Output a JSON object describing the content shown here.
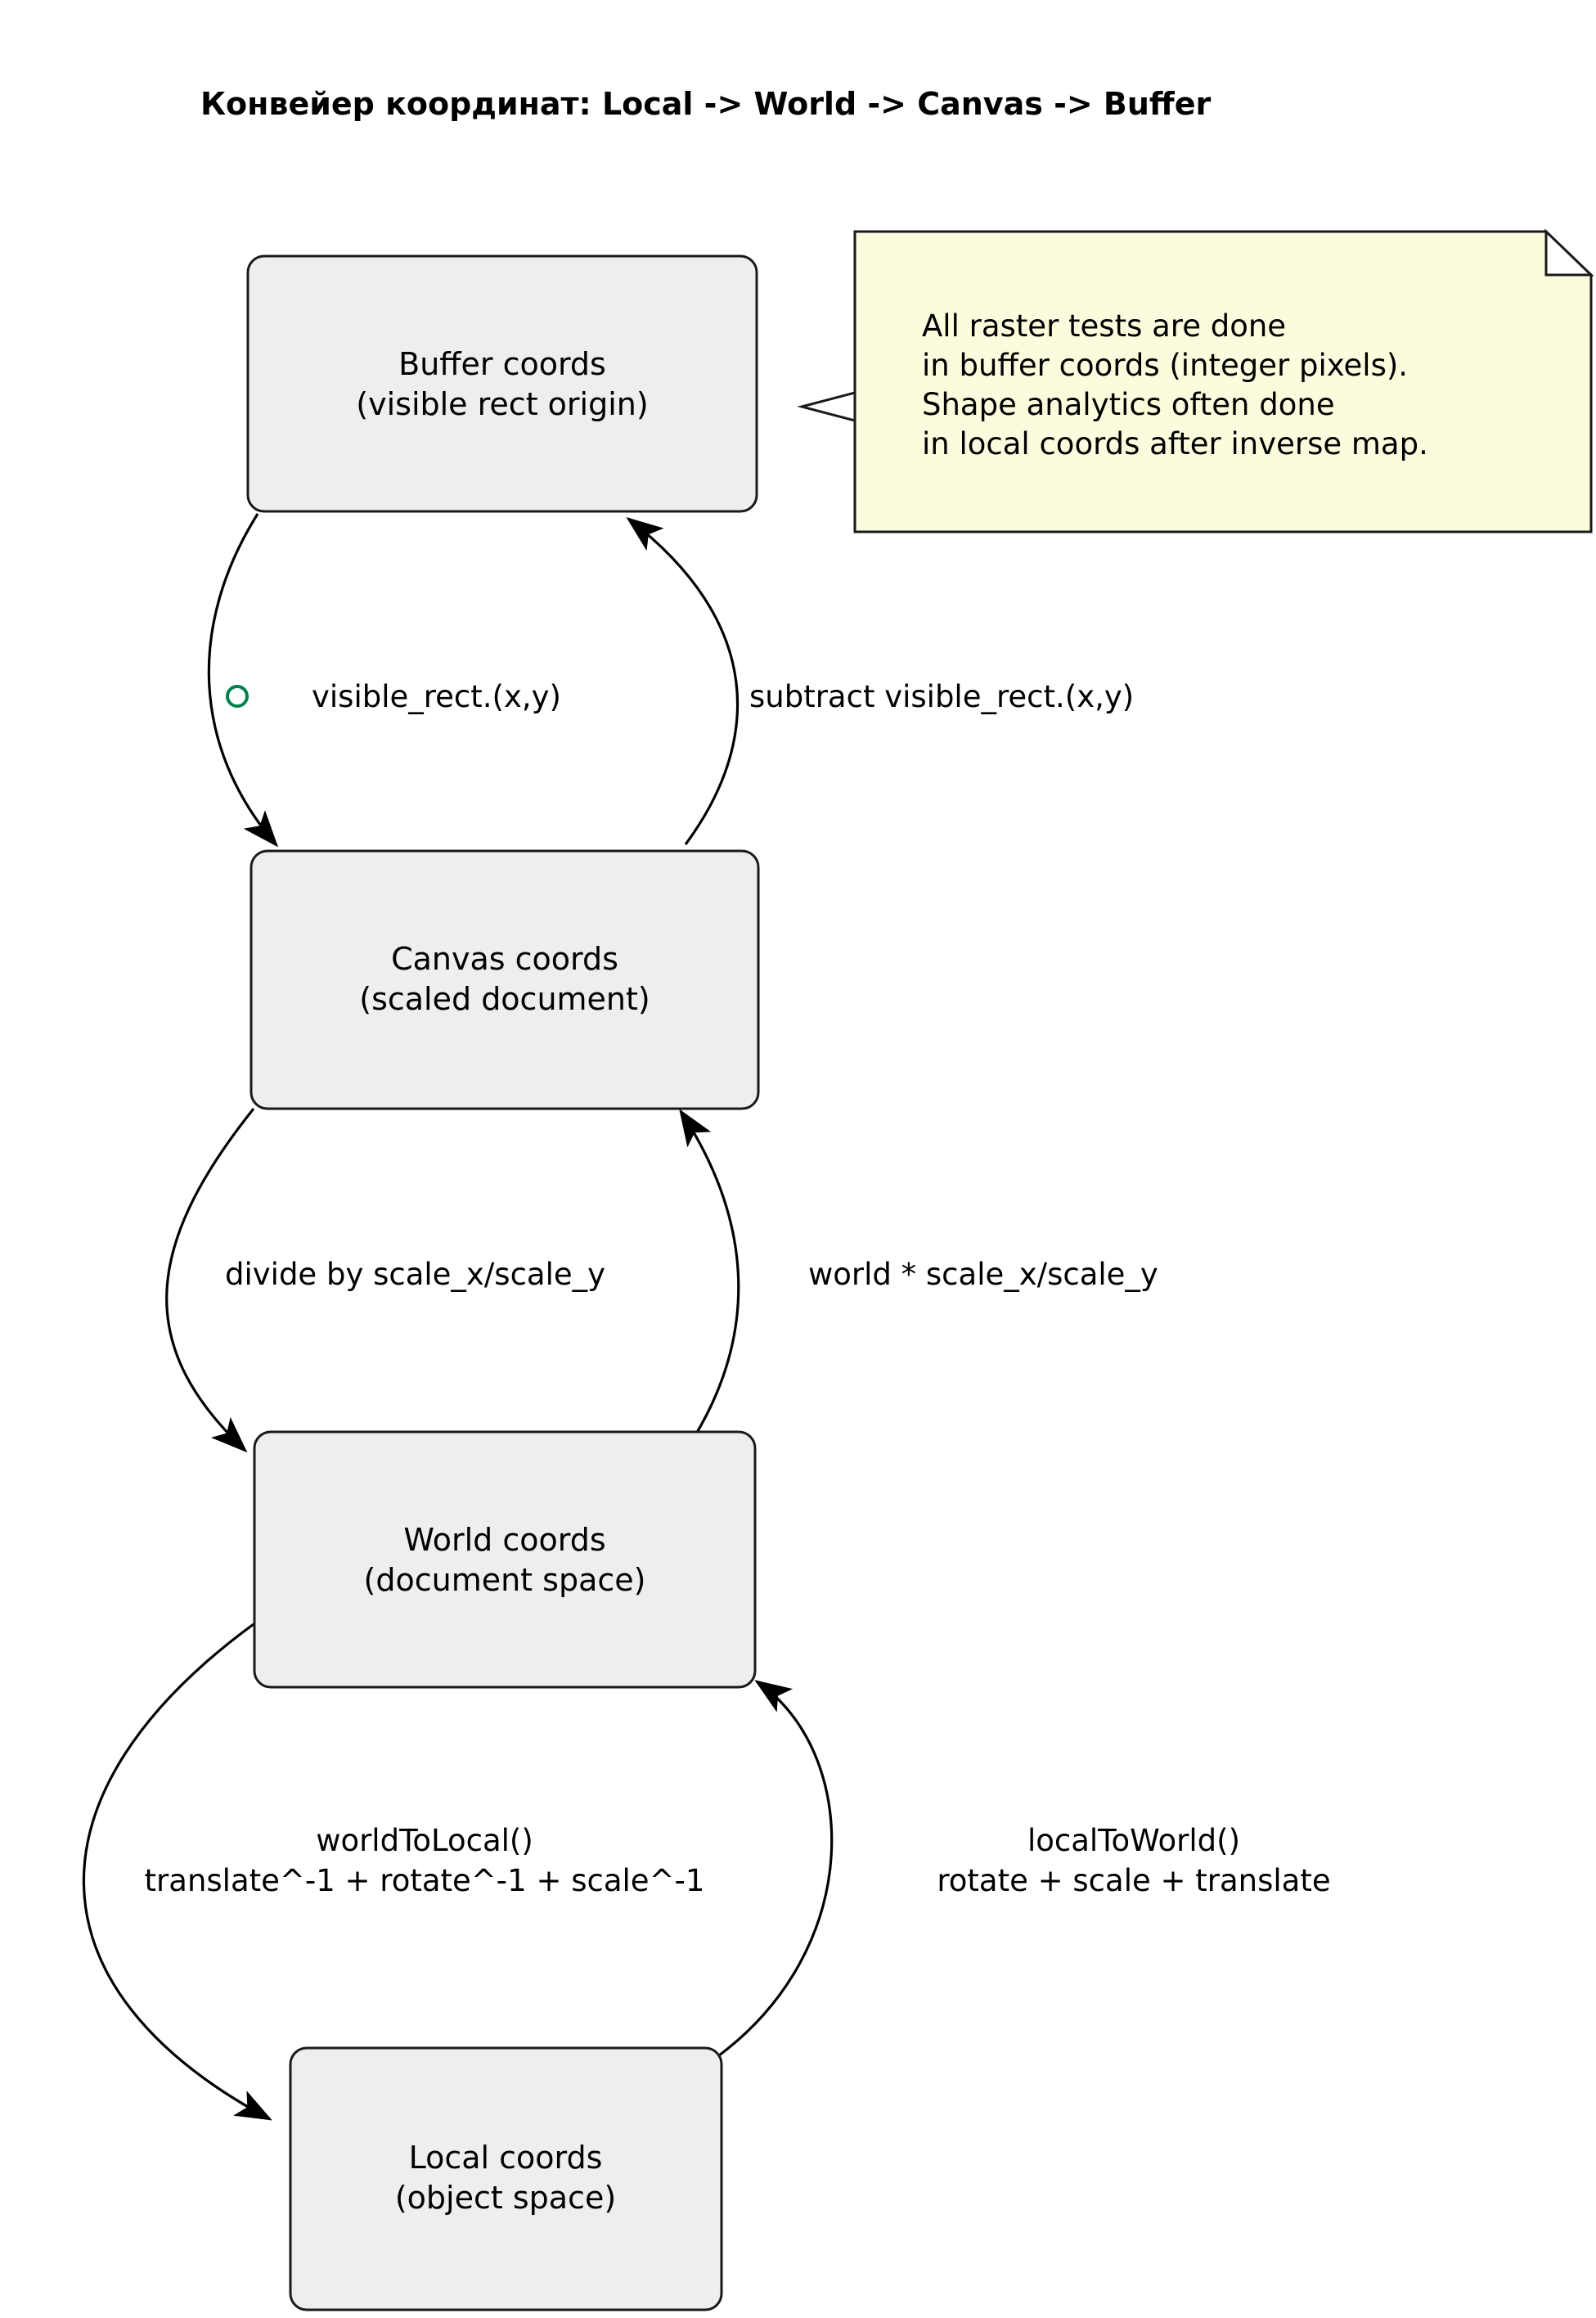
{
  "diagram": {
    "title": "Конвейер координат: Local -> World -> Canvas -> Buffer",
    "colors": {
      "node_fill": "#eeeeee",
      "node_stroke": "#1a1a1a",
      "note_fill": "#fbfbdd",
      "edge_stroke": "#000000",
      "marker_green": "#00804a",
      "background": "#ffffff"
    },
    "nodes": [
      {
        "id": "buffer",
        "line1": "Buffer coords",
        "line2": "(visible rect origin)"
      },
      {
        "id": "canvas",
        "line1": "Canvas coords",
        "line2": "(scaled document)"
      },
      {
        "id": "world",
        "line1": "World coords",
        "line2": "(document space)"
      },
      {
        "id": "local",
        "line1": "Local coords",
        "line2": "(object space)"
      }
    ],
    "edges": [
      {
        "id": "buffer-to-canvas",
        "from": "buffer",
        "to": "canvas",
        "label_line1": "visible_rect.(x,y)",
        "label_line2": "",
        "marker": "circle"
      },
      {
        "id": "canvas-to-buffer",
        "from": "canvas",
        "to": "buffer",
        "label_line1": "subtract visible_rect.(x,y)",
        "label_line2": "",
        "marker": "none"
      },
      {
        "id": "canvas-to-world",
        "from": "canvas",
        "to": "world",
        "label_line1": "divide by scale_x/scale_y",
        "label_line2": "",
        "marker": "none"
      },
      {
        "id": "world-to-canvas",
        "from": "world",
        "to": "canvas",
        "label_line1": "world * scale_x/scale_y",
        "label_line2": "",
        "marker": "none"
      },
      {
        "id": "world-to-local",
        "from": "world",
        "to": "local",
        "label_line1": "worldToLocal()",
        "label_line2": "translate^-1 + rotate^-1 + scale^-1",
        "marker": "none"
      },
      {
        "id": "local-to-world",
        "from": "local",
        "to": "world",
        "label_line1": "localToWorld()",
        "label_line2": "rotate + scale + translate",
        "marker": "none"
      }
    ],
    "note": {
      "id": "raster-note",
      "attached_to": "buffer",
      "lines": [
        "All raster tests are done",
        "in buffer coords (integer pixels).",
        "Shape analytics often done",
        "in local coords after inverse map."
      ]
    }
  }
}
